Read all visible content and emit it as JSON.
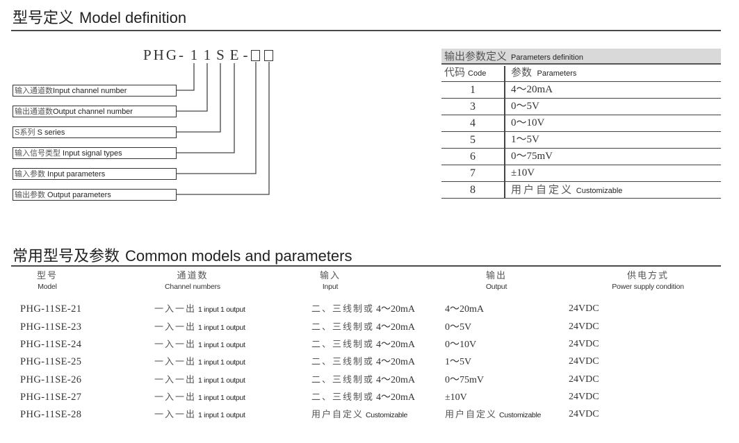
{
  "section_model_definition": {
    "title_zh": "型号定义",
    "title_en": "Model definition"
  },
  "model_code": {
    "prefix": "PHG-",
    "parts": [
      "1",
      "1",
      "S",
      "E"
    ],
    "separator": "-",
    "placeholder_count": 2
  },
  "model_labels": [
    {
      "zh": "输入通道数",
      "en": "Input channel number"
    },
    {
      "zh": "输出通道数",
      "en": "Output channel number"
    },
    {
      "zh": "S系列",
      "en": " S series"
    },
    {
      "zh": "输入信号类型",
      "en": " Input signal types"
    },
    {
      "zh": "输入参数",
      "en": " Input parameters"
    },
    {
      "zh": "输出参数",
      "en": " Output parameters"
    }
  ],
  "params_table": {
    "title_zh": "输出参数定义",
    "title_en": "Parameters definition",
    "header": {
      "code_zh": "代码",
      "code_en": "Code",
      "param_zh": "参数",
      "param_en": "Parameters"
    },
    "rows": [
      {
        "code": "1",
        "value": "4～20mA"
      },
      {
        "code": "3",
        "value": "0～5V"
      },
      {
        "code": "4",
        "value": "0～10V"
      },
      {
        "code": "5",
        "value": "1～5V"
      },
      {
        "code": "6",
        "value": "0～75mV"
      },
      {
        "code": "7",
        "value": "±10V"
      },
      {
        "code": "8",
        "value_zh": "用户自定义",
        "value_en": "Customizable"
      }
    ]
  },
  "section_common": {
    "title_zh": "常用型号及参数",
    "title_en": "Common models and parameters",
    "columns": [
      {
        "zh": "型号",
        "en": "Model"
      },
      {
        "zh": "通道数",
        "en": "Channel numbers"
      },
      {
        "zh": "输入",
        "en": "Input"
      },
      {
        "zh": "输出",
        "en": "Output"
      },
      {
        "zh": "供电方式",
        "en": "Power supply condition"
      }
    ],
    "rows": [
      {
        "model": "PHG-11SE-21",
        "channel_zh": "一入一出",
        "channel_en": "1 input 1 output",
        "input_zh": "二、三线制或",
        "input_val": "4～20mA",
        "output": "4～20mA",
        "power": "24VDC"
      },
      {
        "model": "PHG-11SE-23",
        "channel_zh": "一入一出",
        "channel_en": "1 input 1 output",
        "input_zh": "二、三线制或",
        "input_val": "4～20mA",
        "output": "0～5V",
        "power": "24VDC"
      },
      {
        "model": "PHG-11SE-24",
        "channel_zh": "一入一出",
        "channel_en": "1 input 1 output",
        "input_zh": "二、三线制或",
        "input_val": "4～20mA",
        "output": "0～10V",
        "power": "24VDC"
      },
      {
        "model": "PHG-11SE-25",
        "channel_zh": "一入一出",
        "channel_en": "1 input 1 output",
        "input_zh": "二、三线制或",
        "input_val": "4～20mA",
        "output": "1～5V",
        "power": "24VDC"
      },
      {
        "model": "PHG-11SE-26",
        "channel_zh": "一入一出",
        "channel_en": "1 input 1 output",
        "input_zh": "二、三线制或",
        "input_val": "4～20mA",
        "output": "0～75mV",
        "power": "24VDC"
      },
      {
        "model": "PHG-11SE-27",
        "channel_zh": "一入一出",
        "channel_en": "1 input 1 output",
        "input_zh": "二、三线制或",
        "input_val": "4～20mA",
        "output": "±10V",
        "power": "24VDC"
      },
      {
        "model": "PHG-11SE-28",
        "channel_zh": "一入一出",
        "channel_en": "1 input 1 output",
        "input_zh": "用户自定义",
        "input_en": "Customizable",
        "output_zh": "用户自定义",
        "output_en": "Customizable",
        "power": "24VDC"
      }
    ]
  }
}
